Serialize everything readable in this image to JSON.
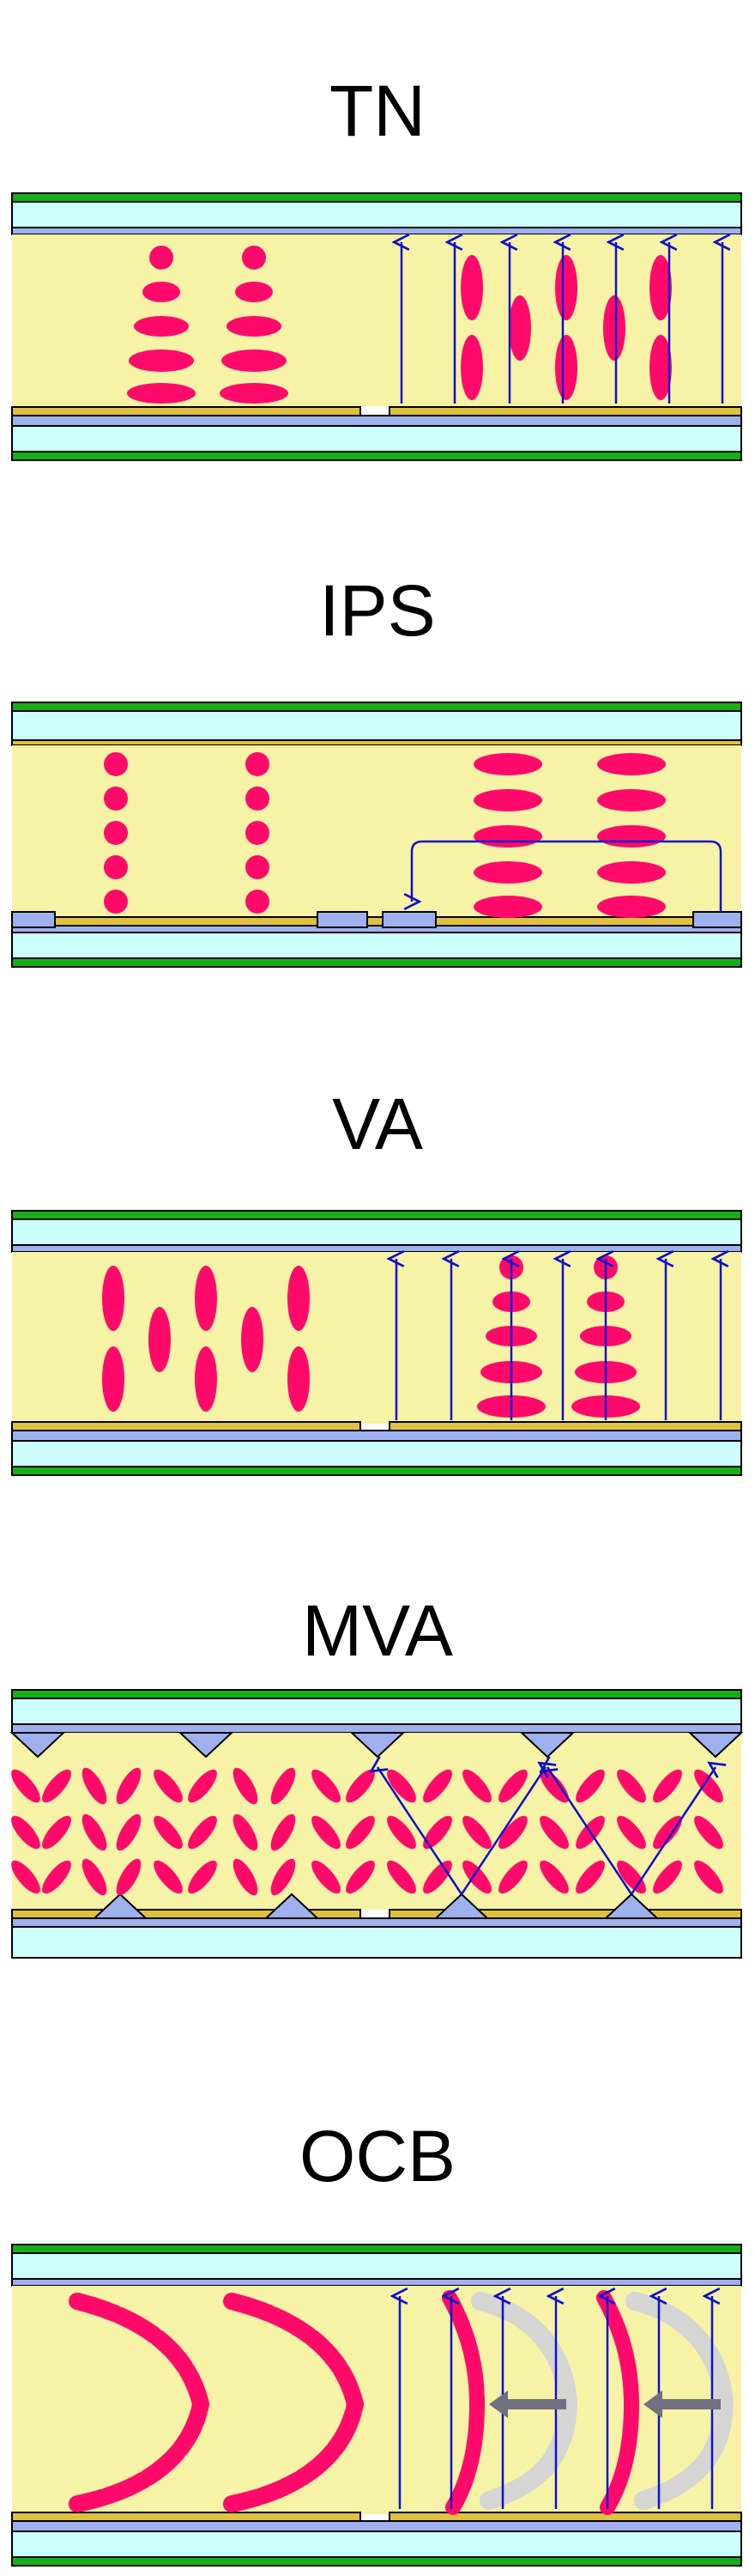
{
  "colors": {
    "polarizer": "#16b016",
    "glass": "#ccfffb",
    "alignment": "#9fb0ee",
    "liquid_crystal": "#f6f2a6",
    "molecule": "#ff0a6a",
    "field": "#1010cc",
    "electrode_edge": "#a08000",
    "ghost": "#d2d2d8",
    "arrow": "#707080"
  },
  "icons": {
    "molecule": "ellipse-molecule",
    "field_line": "up-arrow",
    "protrusion": "triangle",
    "shift": "left-arrow"
  },
  "panels": [
    {
      "id": "tn",
      "label": "TN"
    },
    {
      "id": "ips",
      "label": "IPS"
    },
    {
      "id": "va",
      "label": "VA"
    },
    {
      "id": "mva",
      "label": "MVA"
    },
    {
      "id": "ocb",
      "label": "OCB"
    }
  ]
}
